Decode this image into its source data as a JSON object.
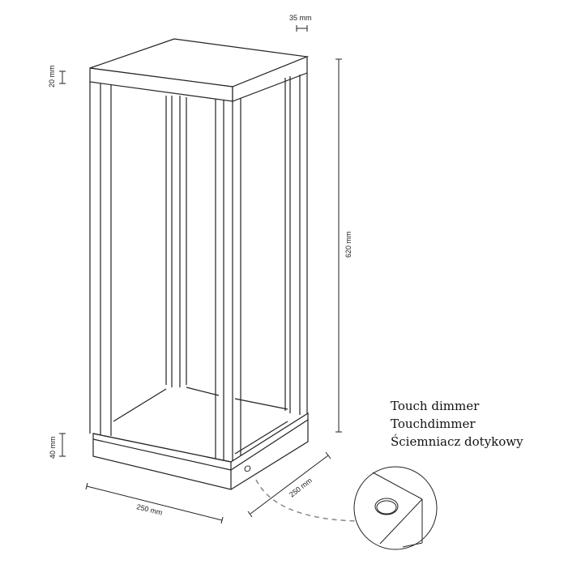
{
  "dimensions": {
    "profile_width": "35 mm",
    "top_height": "20 mm",
    "total_height": "620 mm",
    "base_height": "40 mm",
    "width": "250 mm",
    "depth": "250 mm"
  },
  "notes": [
    "Touch dimmer",
    "Touchdimmer",
    "Ściemniacz dotykowy"
  ],
  "touch_button_label": "O"
}
